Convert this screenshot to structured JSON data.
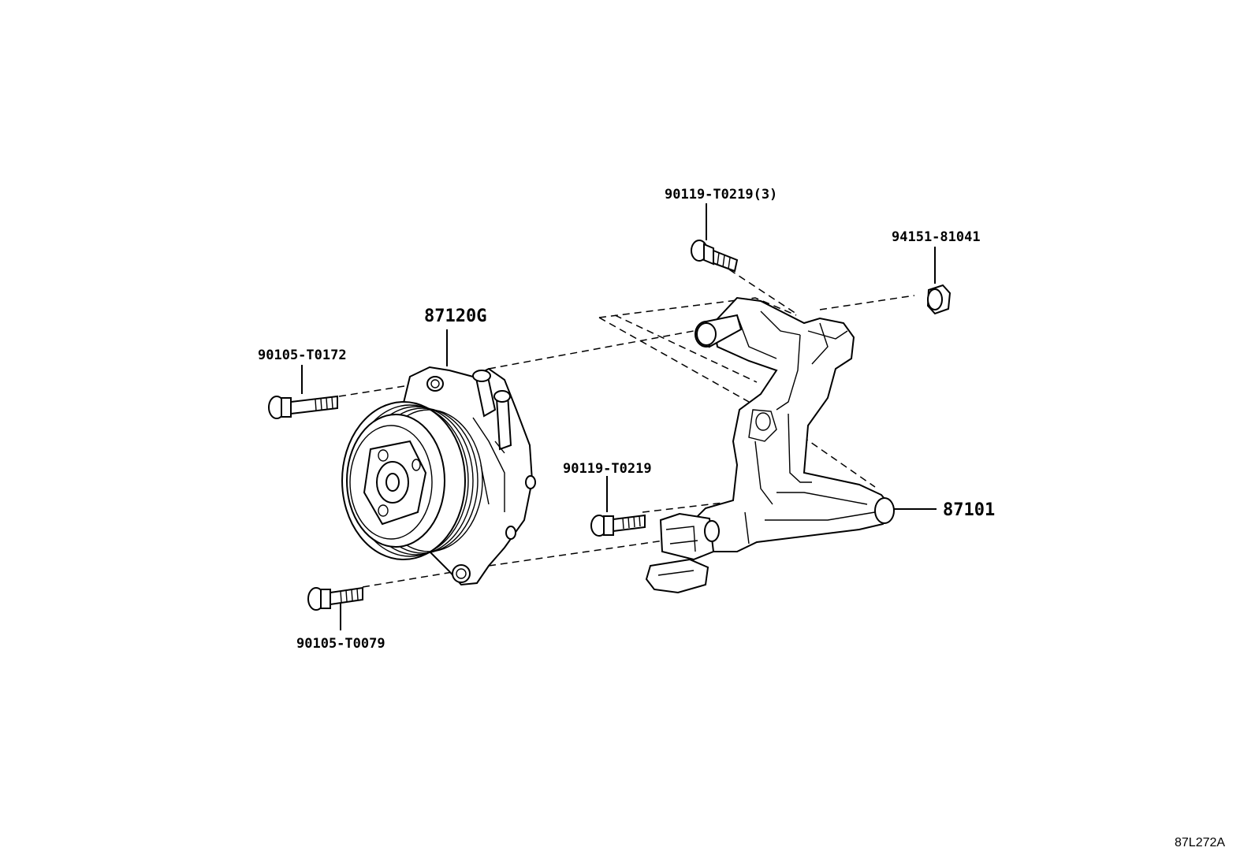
{
  "labels": {
    "bolt_90105_T0172": "90105-T0172",
    "pump_87120G": "87120G",
    "bolt_90119_T0219_3": "90119-T0219(3)",
    "nut_94151_81041": "94151-81041",
    "bolt_90119_T0219": "90119-T0219",
    "bracket_87101": "87101",
    "bolt_90105_T0079": "90105-T0079"
  },
  "diagram_code": "87L272A"
}
